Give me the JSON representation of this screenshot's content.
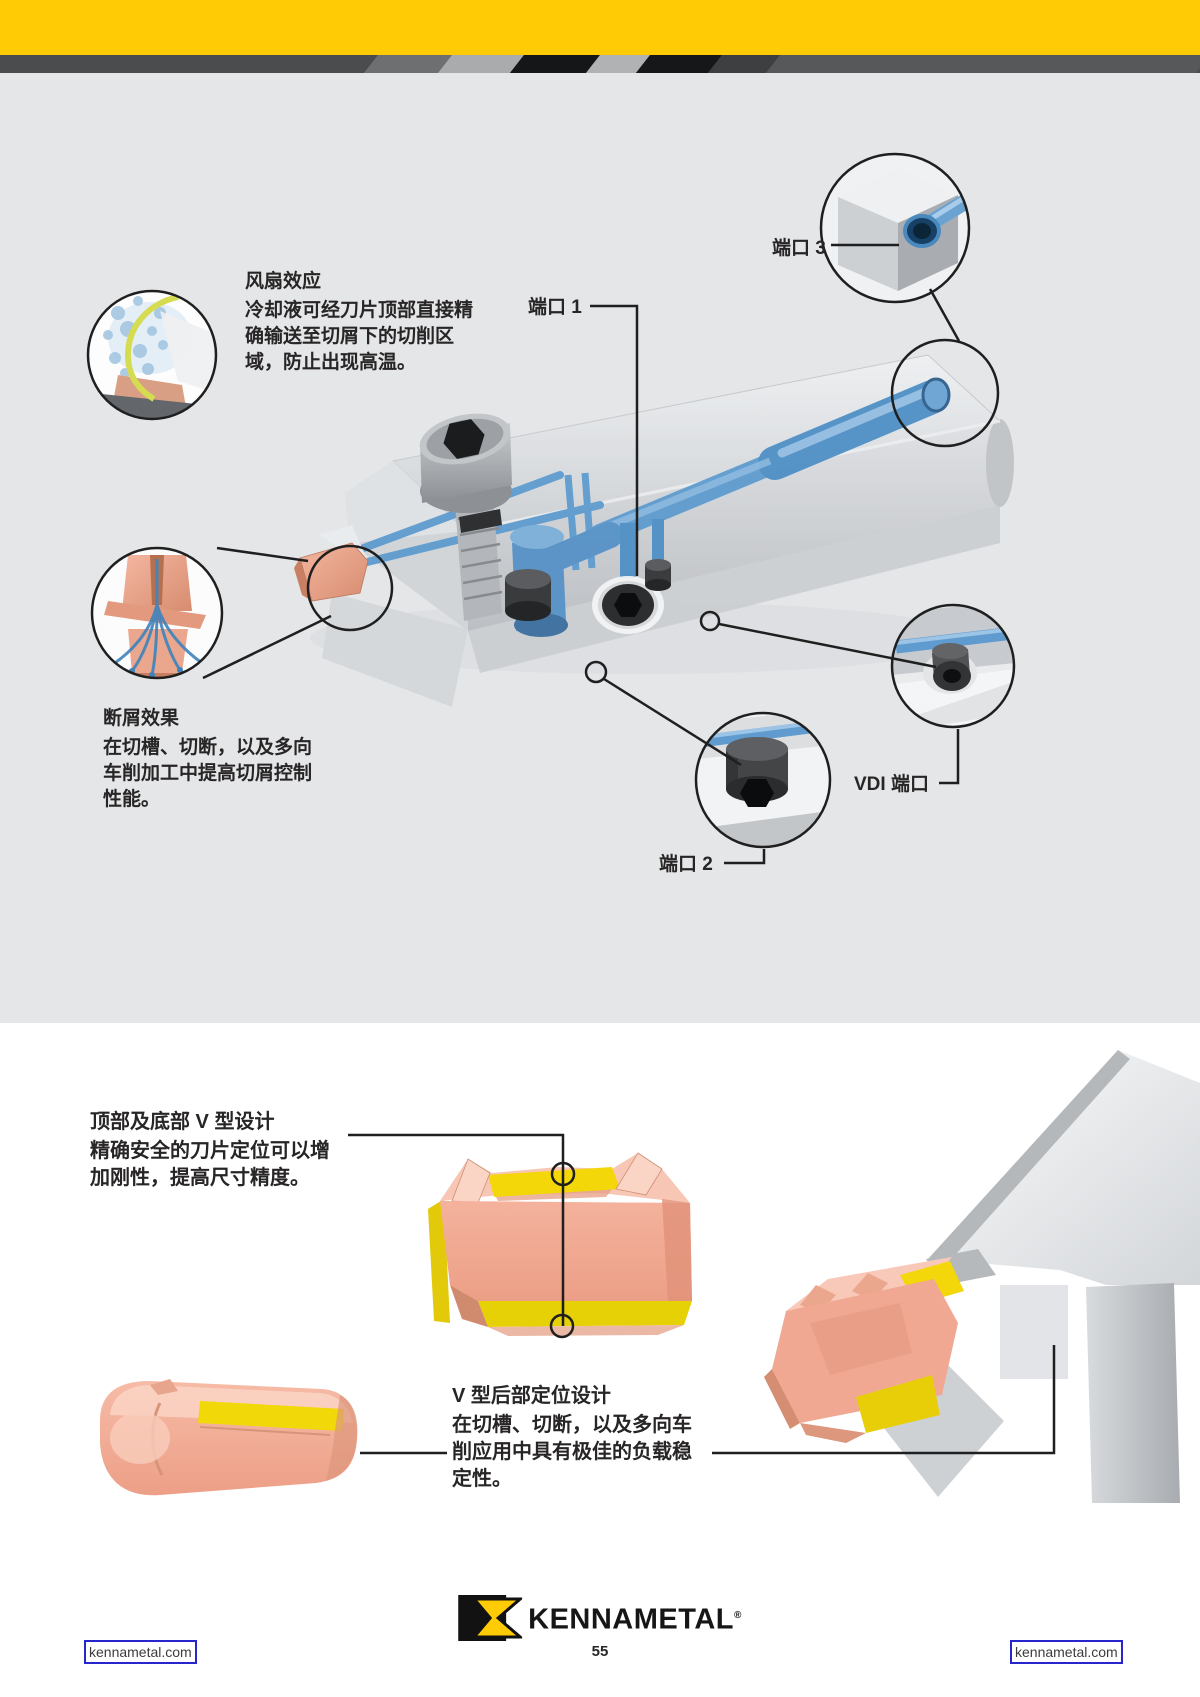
{
  "header": {},
  "upper": {
    "fan_effect": {
      "title": "风扇效应",
      "body_lines": [
        "冷却液可经刀片顶部直接精",
        "确输送至切屑下的切削区",
        "域，防止出现高温。"
      ]
    },
    "chip_effect": {
      "title": "断屑效果",
      "body_lines": [
        "在切槽、切断，以及多向",
        "车削加工中提高切屑控制",
        "性能。"
      ]
    },
    "labels": {
      "port1": "端口 1",
      "port2": "端口 2",
      "port3": "端口 3",
      "vdi": "VDI 端口"
    }
  },
  "lower": {
    "v_design": {
      "title": "顶部及底部 V 型设计",
      "body_lines": [
        "精确安全的刀片定位可以增",
        "加刚性，提高尺寸精度。"
      ]
    },
    "v_rear": {
      "title": "V 型后部定位设计",
      "body_lines": [
        "在切槽、切断，以及多向车",
        "削应用中具有极佳的负载稳",
        "定性。"
      ]
    }
  },
  "footer": {
    "brand": "KENNAMETAL",
    "reg_mark": "®",
    "page_number": "55",
    "link_left": "kennametal.com",
    "link_right": "kennametal.com"
  },
  "colors": {
    "brand_yellow": "#FFCB05",
    "link_blue": "#2626CC",
    "coolant_blue": "#5E9CCF",
    "insert_copper": "#F0A892",
    "insert_yellow": "#F4D708",
    "panel_gray": "#E4E6E8"
  }
}
